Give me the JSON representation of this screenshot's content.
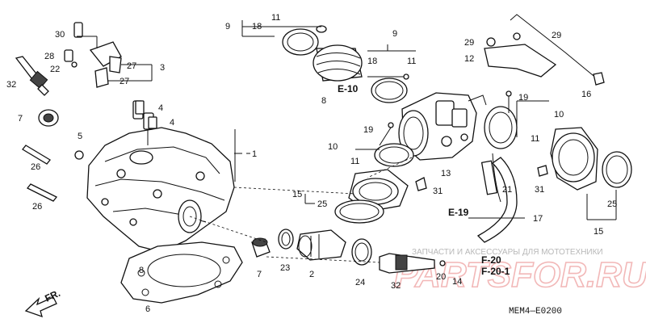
{
  "labels": {
    "p1": "1",
    "p2": "2",
    "p3": "3",
    "p4a": "4",
    "p4b": "4",
    "p5": "5",
    "p6": "6",
    "p7a": "7",
    "p7b": "7",
    "p8a": "8",
    "p8b": "8",
    "p9a": "9",
    "p9b": "9",
    "p10a": "10",
    "p10b": "10",
    "p11a": "11",
    "p11b": "11",
    "p11c": "11",
    "p11d": "11",
    "p12": "12",
    "p13": "13",
    "p14": "14",
    "p15a": "15",
    "p15b": "15",
    "p16": "16",
    "p17": "17",
    "p18a": "18",
    "p18b": "18",
    "p19a": "19",
    "p19b": "19",
    "p20": "20",
    "p21": "21",
    "p22": "22",
    "p23": "23",
    "p24": "24",
    "p25a": "25",
    "p25b": "25",
    "p26a": "26",
    "p26b": "26",
    "p27a": "27",
    "p27b": "27",
    "p28": "28",
    "p29a": "29",
    "p29b": "29",
    "p30": "30",
    "p31a": "31",
    "p31b": "31",
    "p32a": "32",
    "p32b": "32"
  },
  "refs": {
    "e10": "E-10",
    "e19": "E-19",
    "f20": "F-20",
    "f201": "F-20-1"
  },
  "direction": "FR.",
  "diagram_code": "MEM4—E0200",
  "watermark": {
    "caption": "ЗАПЧАСТИ И АКСЕССУАРЫ ДЛЯ МОТОТЕХНИКИ",
    "logo": "PARTSFOR.RU"
  }
}
